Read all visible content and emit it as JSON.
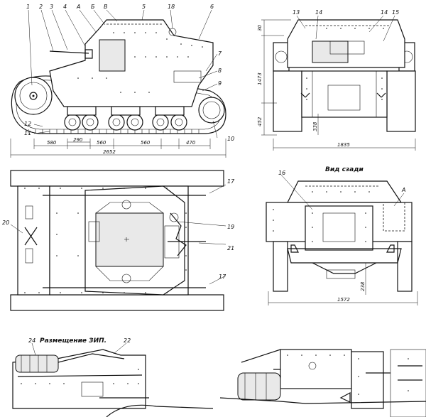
{
  "labels": {
    "n1": "1",
    "n2": "2",
    "n3": "3",
    "n4": "4",
    "nA": "А",
    "nB": "Б",
    "nV": "В",
    "n5": "5",
    "n18": "18",
    "n6": "6",
    "n7": "7",
    "n8": "8",
    "n9": "9",
    "n10": "10",
    "n11": "11",
    "n12": "12",
    "n13": "13",
    "n14a": "14",
    "n14b": "14",
    "n15": "15",
    "n16": "16",
    "nA2": "А",
    "n17a": "17",
    "n17b": "17",
    "n19": "19",
    "n20": "20",
    "n21": "21",
    "n22": "22",
    "n24": "24"
  },
  "captions": {
    "rear_view": "Вид сзади",
    "spares": "Размещение ЗИП."
  },
  "dims": {
    "d580a": "580",
    "d290": "290",
    "d560a": "560",
    "d560b": "560",
    "d470": "470",
    "d2652": "2652",
    "d30": "30",
    "d1473": "1473",
    "d452": "452",
    "d338": "338",
    "d1835": "1835",
    "d238": "238",
    "d1572": "1572"
  }
}
